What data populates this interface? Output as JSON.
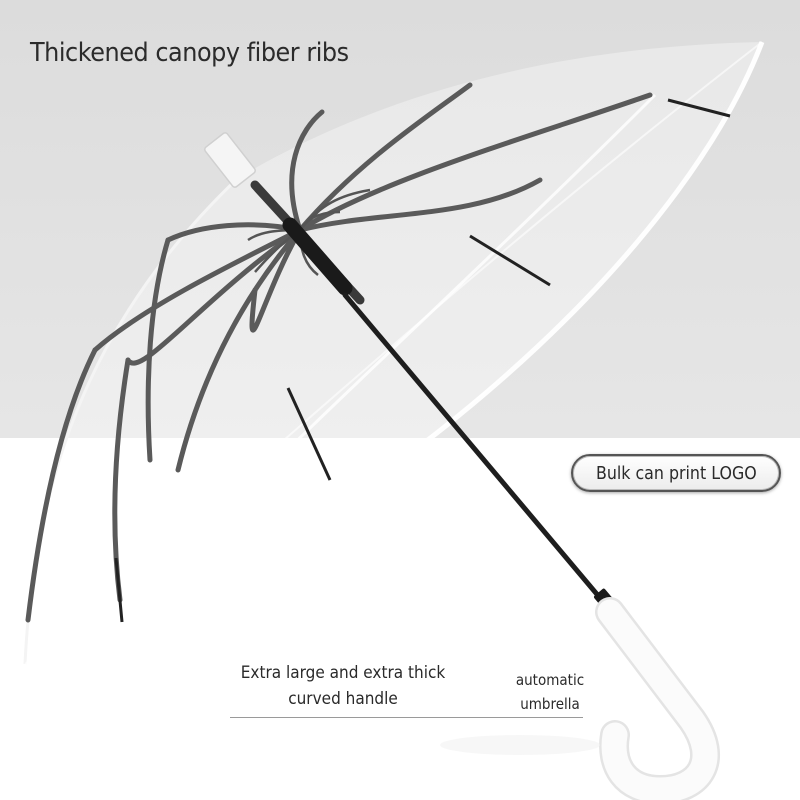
{
  "product": {
    "headline": "Thickened canopy fiber ribs",
    "logo_badge": "Bulk can print LOGO",
    "caption_handle": "Extra large and extra thick curved handle",
    "caption_automatic_line1": "automatic",
    "caption_automatic_line2": "umbrella"
  },
  "colors": {
    "background_top": "#e2e2e2",
    "background_bottom": "#ffffff",
    "shaft": "#1e1e1e",
    "handle": "#fafafa",
    "ribs": "#5a5a5a"
  }
}
